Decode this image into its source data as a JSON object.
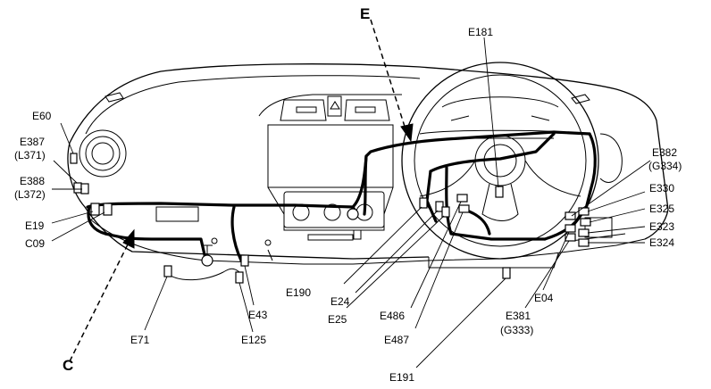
{
  "labels": {
    "E": "E",
    "C": "C",
    "E181": "E181",
    "E60": "E60",
    "E387": "E387",
    "L371": "(L371)",
    "E388": "E388",
    "L372": "(L372)",
    "E19": "E19",
    "C09": "C09",
    "E382": "E382",
    "G334": "(G334)",
    "E330": "E330",
    "E325": "E325",
    "E323": "E323",
    "E324": "E324",
    "E190": "E190",
    "E24": "E24",
    "E25": "E25",
    "E486": "E486",
    "E487": "E487",
    "E04": "E04",
    "E381": "E381",
    "G333": "(G333)",
    "E191": "E191",
    "E71": "E71",
    "E125": "E125",
    "E43": "E43"
  }
}
